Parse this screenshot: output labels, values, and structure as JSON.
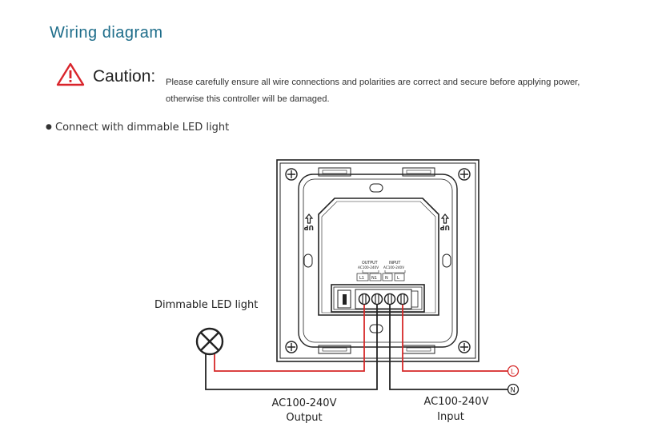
{
  "header": {
    "title": "Wiring diagram"
  },
  "caution": {
    "label": "Caution:",
    "line1": "Please carefully ensure all wire connections and polarities are correct and secure before applying power,",
    "line2": "otherwise this controller will be damaged.",
    "icon": "warning-triangle-icon",
    "icon_color": "#d9242b"
  },
  "section": {
    "bullet": "●",
    "text": "Connect with dimmable LED light"
  },
  "device": {
    "up_label": "UP",
    "output_header": "OUTPUT",
    "output_voltage": "AC100-240V",
    "input_header": "INPUT",
    "input_voltage": "AC100-240V",
    "terminals": [
      "L1",
      "N1",
      "N",
      "L"
    ]
  },
  "labels": {
    "led": "Dimmable LED light",
    "output_voltage": "AC100-240V",
    "output": "Output",
    "input_voltage": "AC100-240V",
    "input": "Input",
    "line_marker": "L",
    "neutral_marker": "N"
  },
  "colors": {
    "live_wire": "#d62828",
    "neutral_wire": "#222222",
    "accent": "#1e6d8a"
  }
}
